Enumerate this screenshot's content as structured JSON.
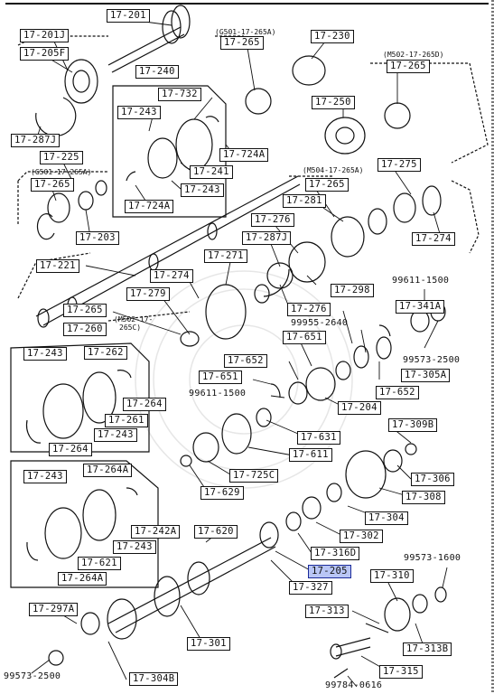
{
  "labels": {
    "l1": "17-201",
    "l2": "17-201J",
    "l3": "17-205F",
    "l4": "17-265",
    "l5": "17-230",
    "l6": "17-265",
    "l7": "17-240",
    "l8": "17-732",
    "l9": "17-250",
    "l10": "17-243",
    "l11": "17-724A",
    "l12": "17-287J",
    "l13": "17-225",
    "l14": "17-241",
    "l15": "17-275",
    "l16": "17-265",
    "l17": "17-243",
    "l18": "17-265",
    "l19": "17-724A",
    "l20": "17-281",
    "l21": "17-203",
    "l22": "17-276",
    "l23": "17-274",
    "l24": "17-287J",
    "l25": "17-221",
    "l26": "17-271",
    "l27": "17-274",
    "l28": "17-298",
    "l29": "17-279",
    "l30": "17-276",
    "l31": "17-265",
    "l32": "17-341A",
    "l33": "17-260",
    "l34": "17-651",
    "l35": "17-243",
    "l36": "17-262",
    "l37": "17-652",
    "l38": "17-305A",
    "l39": "17-651",
    "l40": "17-652",
    "l41": "17-264",
    "l42": "17-204",
    "l43": "17-261",
    "l44": "17-309B",
    "l45": "17-243",
    "l46": "17-631",
    "l47": "17-264",
    "l48": "17-611",
    "l49": "17-264A",
    "l50": "17-243",
    "l51": "17-725C",
    "l52": "17-306",
    "l53": "17-629",
    "l54": "17-308",
    "l55": "17-304",
    "l56": "17-242A",
    "l57": "17-620",
    "l58": "17-302",
    "l59": "17-243",
    "l60": "17-316D",
    "l61": "17-621",
    "l62": "17-205",
    "l63": "17-264A",
    "l64": "17-310",
    "l65": "17-327",
    "l66": "17-297A",
    "l67": "17-313",
    "l68": "17-301",
    "l69": "17-313B",
    "l70": "17-304B",
    "l71": "17-315"
  },
  "part_numbers": {
    "p1": "99611-1500",
    "p2": "99955-2640",
    "p3": "99573-2500",
    "p4": "99611-1500",
    "p5": "99573-1600",
    "p6": "99573-2500",
    "p7": "99784-0616"
  },
  "notes": {
    "n1": "(G501-17-265A)",
    "n2": "(M502-17-265D)",
    "n3": "(G501-17-265A)",
    "n4": "(M504-17-265A)",
    "n5": "(M502-17-",
    "n6": "265C)"
  },
  "highlight": {
    "selected_part": "17-205",
    "color": "#b9c6f5"
  }
}
